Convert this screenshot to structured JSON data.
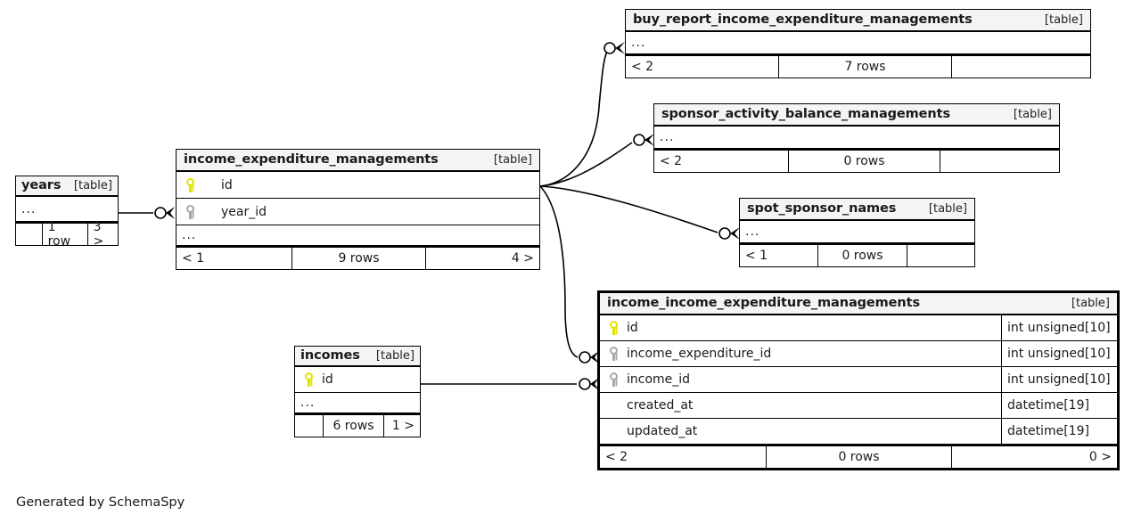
{
  "diagram": {
    "generator_note": "Generated by SchemaSpy",
    "table_tag": "[table]",
    "ellipsis": "...",
    "colors": {
      "pk_key": "#e3e300",
      "fk_key": "#a9a9a9",
      "header_bg": "#f4f4f4",
      "border": "#000000"
    }
  },
  "tables": {
    "years": {
      "name": "years",
      "tag": "[table]",
      "columns": [
        {
          "key": "none",
          "name": "...",
          "type": ""
        }
      ],
      "footer": {
        "left": "",
        "mid": "1 row",
        "right": "3 >"
      }
    },
    "income_expenditure_managements": {
      "name": "income_expenditure_managements",
      "tag": "[table]",
      "columns": [
        {
          "key": "pk",
          "name": "id",
          "type": ""
        },
        {
          "key": "fk",
          "name": "year_id",
          "type": ""
        },
        {
          "key": "none",
          "name": "...",
          "type": ""
        }
      ],
      "footer": {
        "left": "< 1",
        "mid": "9 rows",
        "right": "4 >"
      }
    },
    "buy_report_income_expenditure_managements": {
      "name": "buy_report_income_expenditure_managements",
      "tag": "[table]",
      "columns": [
        {
          "key": "none",
          "name": "...",
          "type": ""
        }
      ],
      "footer": {
        "left": "< 2",
        "mid": "7 rows",
        "right": ""
      }
    },
    "sponsor_activity_balance_managements": {
      "name": "sponsor_activity_balance_managements",
      "tag": "[table]",
      "columns": [
        {
          "key": "none",
          "name": "...",
          "type": ""
        }
      ],
      "footer": {
        "left": "< 2",
        "mid": "0 rows",
        "right": ""
      }
    },
    "spot_sponsor_names": {
      "name": "spot_sponsor_names",
      "tag": "[table]",
      "columns": [
        {
          "key": "none",
          "name": "...",
          "type": ""
        }
      ],
      "footer": {
        "left": "< 1",
        "mid": "0 rows",
        "right": ""
      }
    },
    "incomes": {
      "name": "incomes",
      "tag": "[table]",
      "columns": [
        {
          "key": "pk",
          "name": "id",
          "type": ""
        },
        {
          "key": "none",
          "name": "...",
          "type": ""
        }
      ],
      "footer": {
        "left": "",
        "mid": "6 rows",
        "right": "1 >"
      }
    },
    "income_income_expenditure_managements": {
      "name": "income_income_expenditure_managements",
      "tag": "[table]",
      "focal": true,
      "columns": [
        {
          "key": "pk",
          "name": "id",
          "type": "int unsigned[10]"
        },
        {
          "key": "fk",
          "name": "income_expenditure_id",
          "type": "int unsigned[10]"
        },
        {
          "key": "fk",
          "name": "income_id",
          "type": "int unsigned[10]"
        },
        {
          "key": "none",
          "name": "created_at",
          "type": "datetime[19]"
        },
        {
          "key": "none",
          "name": "updated_at",
          "type": "datetime[19]"
        }
      ],
      "footer": {
        "left": "< 2",
        "mid": "0 rows",
        "right": "0 >"
      }
    }
  },
  "relationships": [
    {
      "from": "years",
      "to": "income_expenditure_managements"
    },
    {
      "from": "income_expenditure_managements",
      "to": "buy_report_income_expenditure_managements"
    },
    {
      "from": "income_expenditure_managements",
      "to": "sponsor_activity_balance_managements"
    },
    {
      "from": "income_expenditure_managements",
      "to": "spot_sponsor_names"
    },
    {
      "from": "income_expenditure_managements",
      "to": "income_income_expenditure_managements"
    },
    {
      "from": "incomes",
      "to": "income_income_expenditure_managements"
    }
  ]
}
